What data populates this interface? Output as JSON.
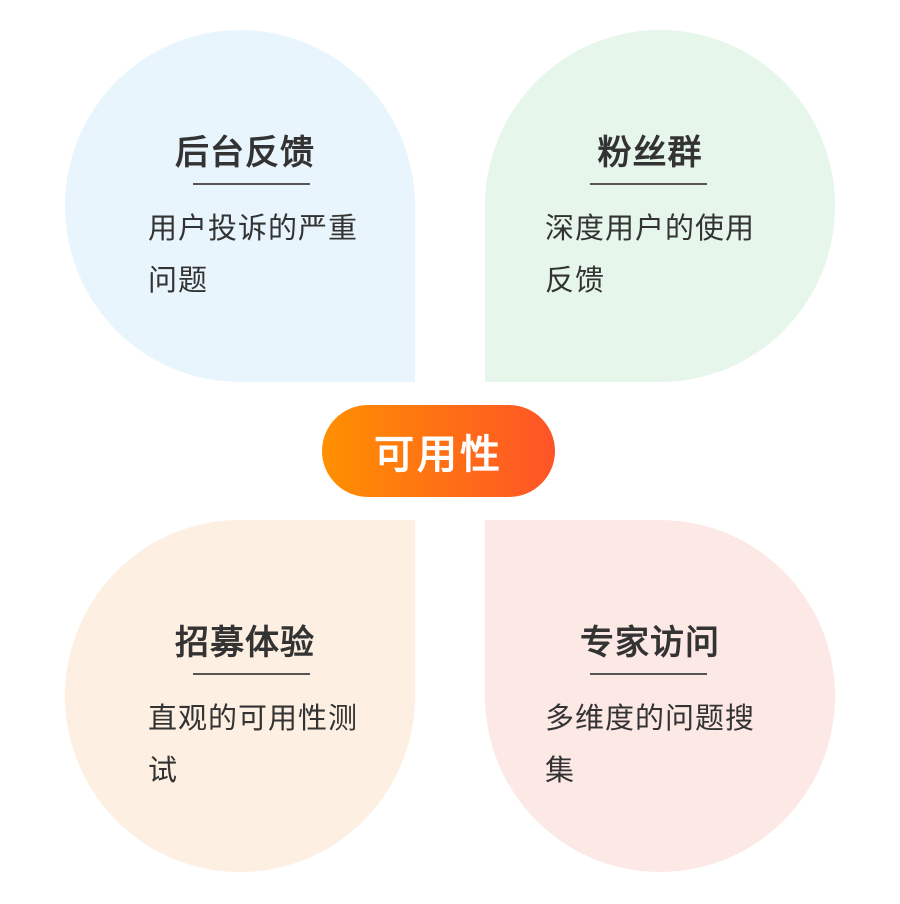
{
  "center": {
    "label": "可用性",
    "gradient_start": "#FF8F00",
    "gradient_end": "#FF5428"
  },
  "petals": [
    {
      "title": "后台反馈",
      "desc": "用户投诉的严重问题",
      "color": "#E9F5FC"
    },
    {
      "title": "粉丝群",
      "desc": "深度用户的使用反馈",
      "color": "#E6F6EA"
    },
    {
      "title": "招募体验",
      "desc": "直观的可用性测试",
      "color": "#FDEFE1"
    },
    {
      "title": "专家访问",
      "desc": "多维度的问题搜集",
      "color": "#FCE8E4"
    }
  ]
}
